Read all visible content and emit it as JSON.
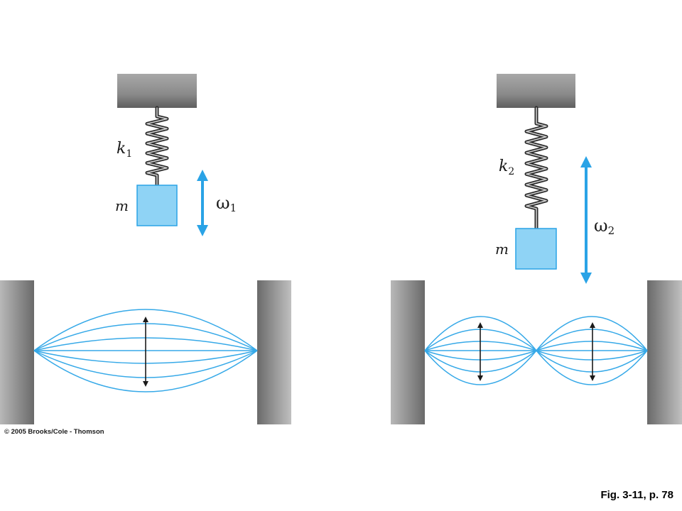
{
  "left_system": {
    "spring_label": {
      "main": "k",
      "sub": "1"
    },
    "mass_label": "m",
    "frequency_label": {
      "main": "ω",
      "sub": "1"
    }
  },
  "right_system": {
    "spring_label": {
      "main": "k",
      "sub": "2"
    },
    "mass_label": "m",
    "frequency_label": {
      "main": "ω",
      "sub": "2"
    }
  },
  "copyright": "© 2005 Brooks/Cole - Thomson",
  "caption": "Fig. 3-11, p. 78",
  "colors": {
    "accent_blue": "#2aa3e6",
    "mass_fill": "#8fd3f5",
    "string_blue": "#36a9e8",
    "arrow_dark": "#1a1a1a"
  }
}
